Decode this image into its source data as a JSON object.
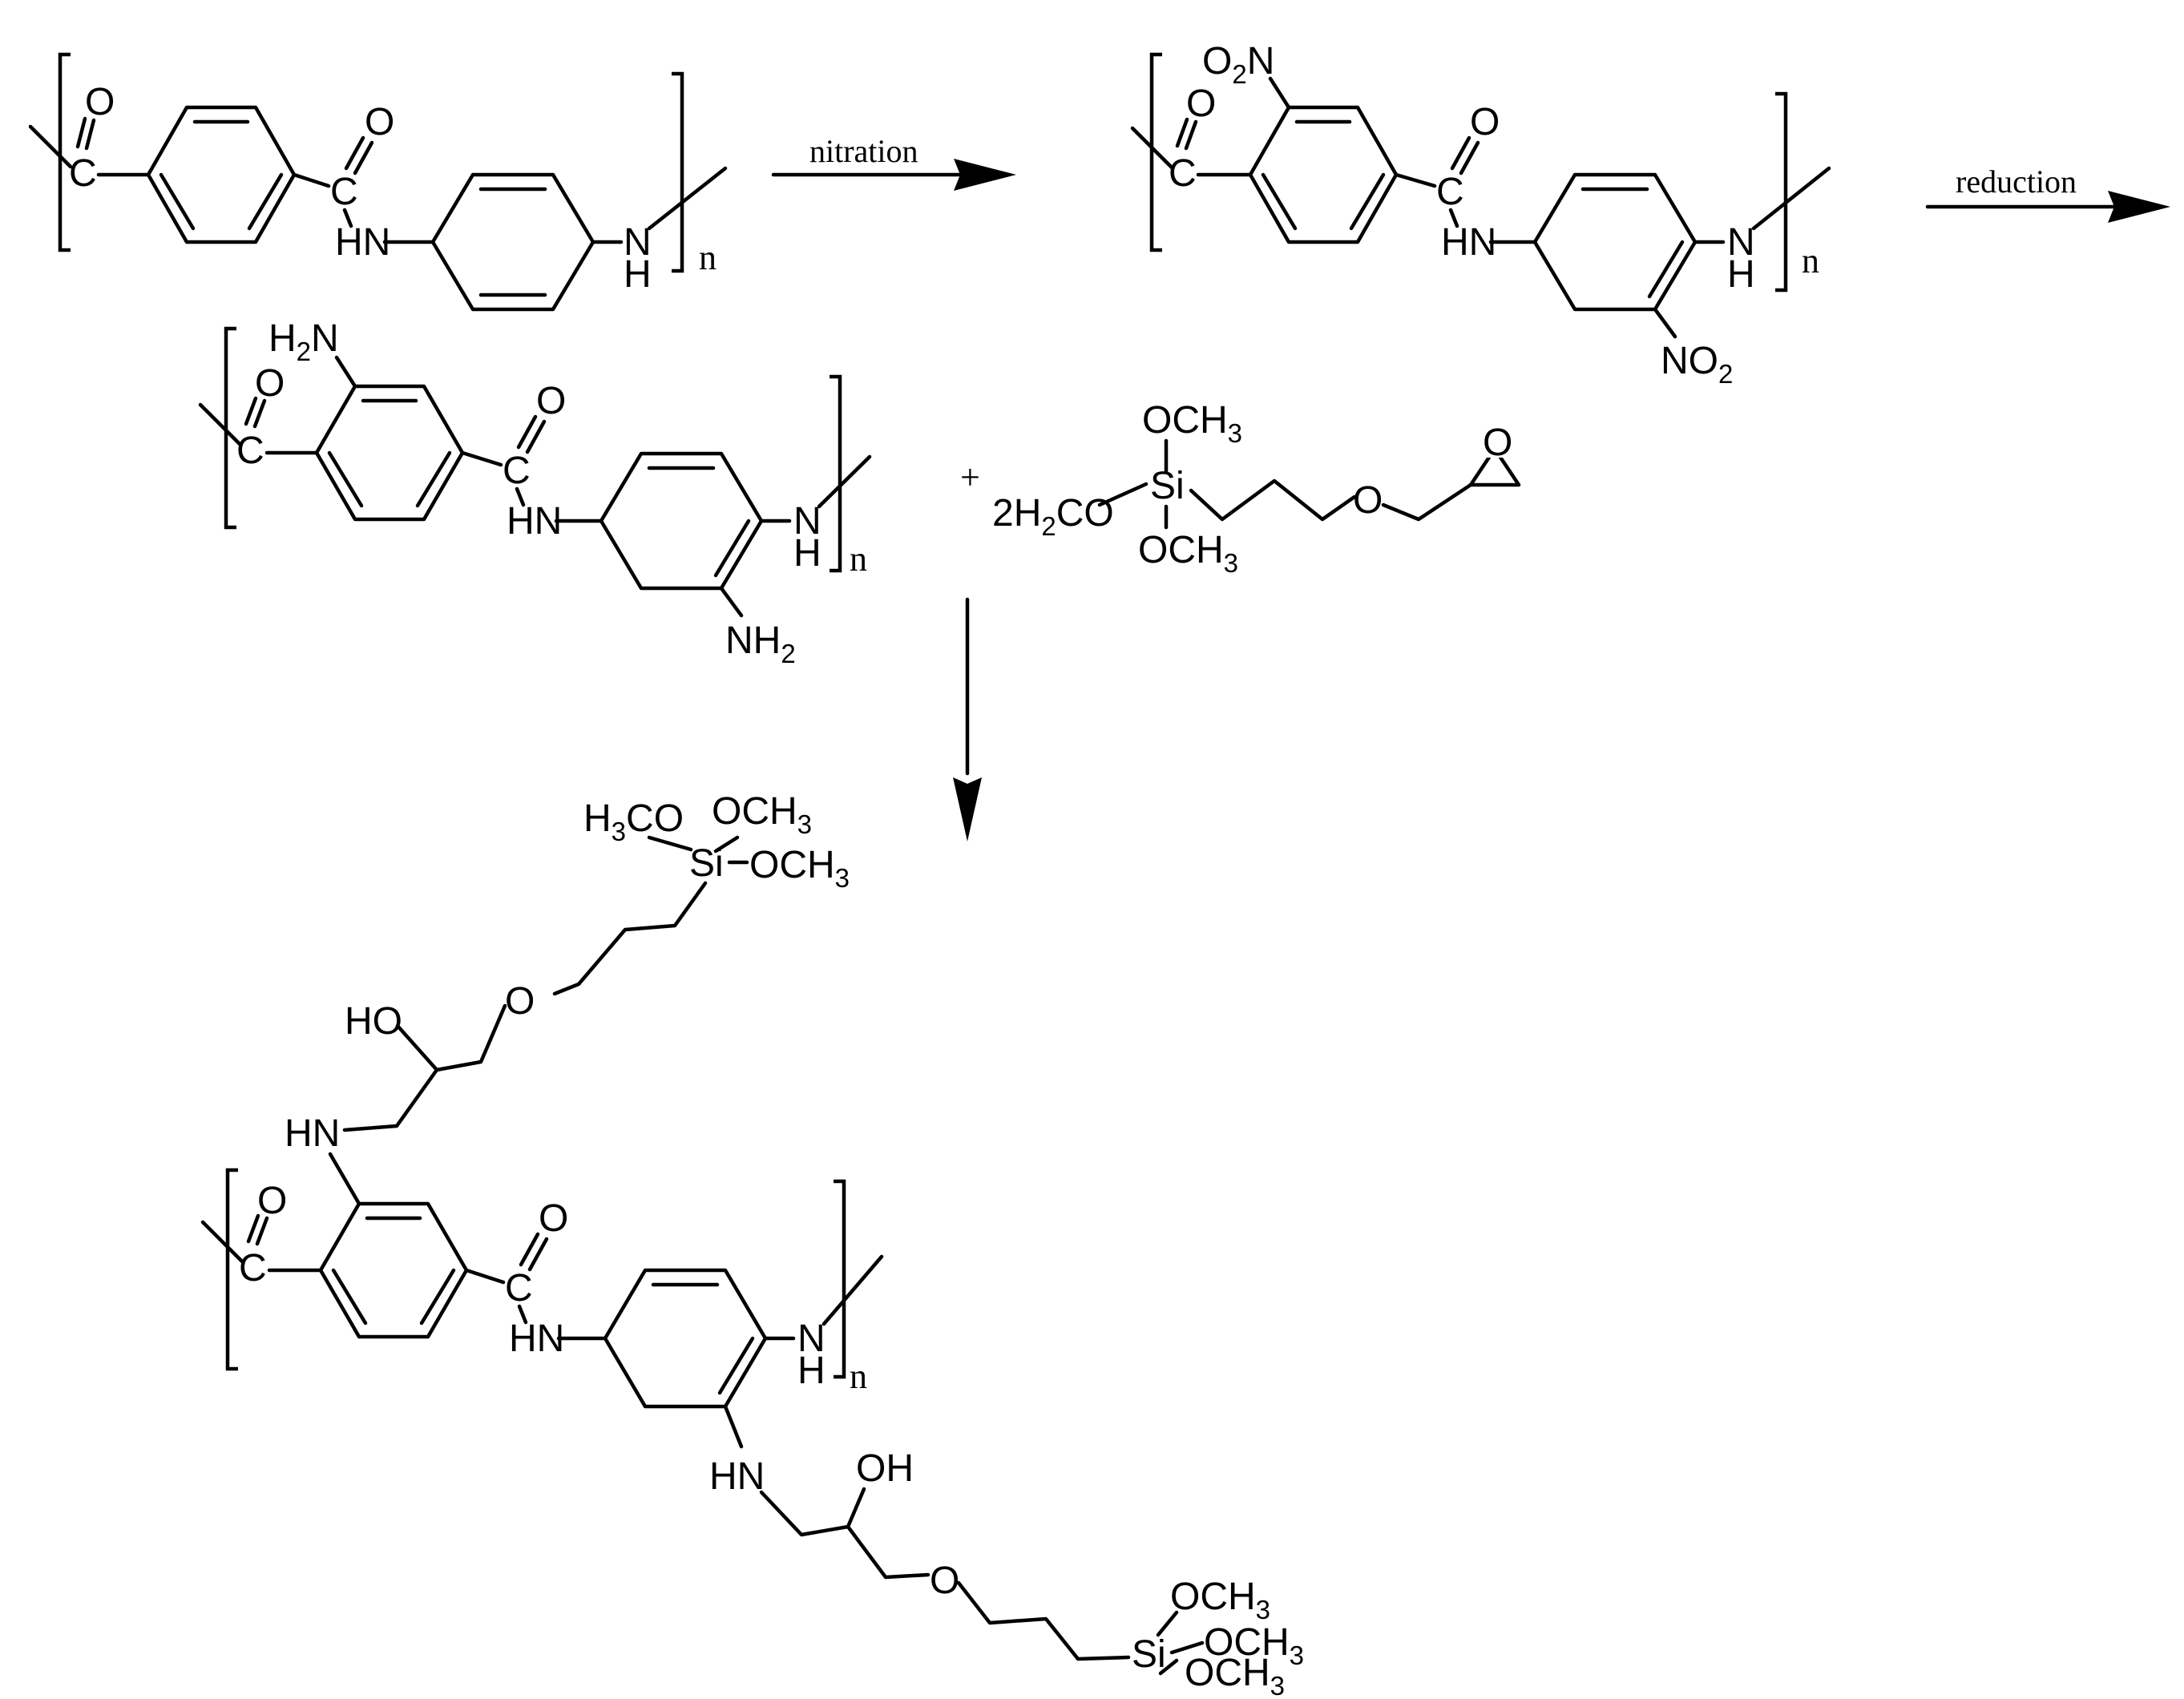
{
  "arrows": {
    "nitration": "nitration",
    "reduction": "reduction"
  },
  "plus_sign": "+",
  "repeat_index": "n",
  "atoms": {
    "carbonyl_o": "O",
    "carbonyl_c": "C",
    "hn": "HN",
    "n": "N",
    "h": "H",
    "o": "O",
    "si": "Si",
    "o2n": [
      "O",
      "2",
      "N"
    ],
    "no2": [
      "NO",
      "2"
    ],
    "h2n": [
      "H",
      "2",
      "N"
    ],
    "nh2": [
      "NH",
      "2"
    ],
    "och3": [
      "OCH",
      "3"
    ],
    "h3co": [
      "H",
      "3",
      "CO"
    ],
    "h2co_reagent": [
      "2H",
      "2",
      "CO"
    ],
    "ho": "HO",
    "oh": "OH"
  }
}
